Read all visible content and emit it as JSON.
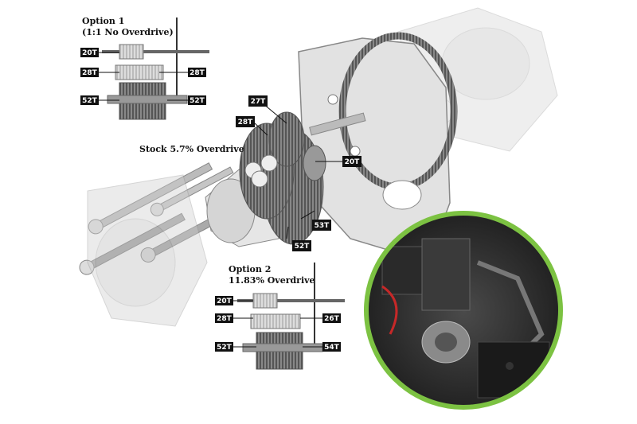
{
  "option1": {
    "title": "Option 1",
    "subtitle": "(1:1 No Overdrive)",
    "tags": {
      "a": "20T",
      "b": "28T",
      "c": "28T",
      "d": "52T",
      "e": "52T"
    }
  },
  "stock": {
    "title": "Stock 5.7% Overdrive",
    "tags": {
      "a": "27T",
      "b": "28T",
      "c": "20T",
      "d": "53T",
      "e": "52T"
    }
  },
  "option2": {
    "title": "Option 2",
    "subtitle": "11.83% Overdrive",
    "tags": {
      "a": "20T",
      "b": "28T",
      "c": "26T",
      "d": "52T",
      "e": "54T"
    }
  },
  "colors": {
    "accent_ring": "#7cc242",
    "tag_bg": "#111111"
  }
}
